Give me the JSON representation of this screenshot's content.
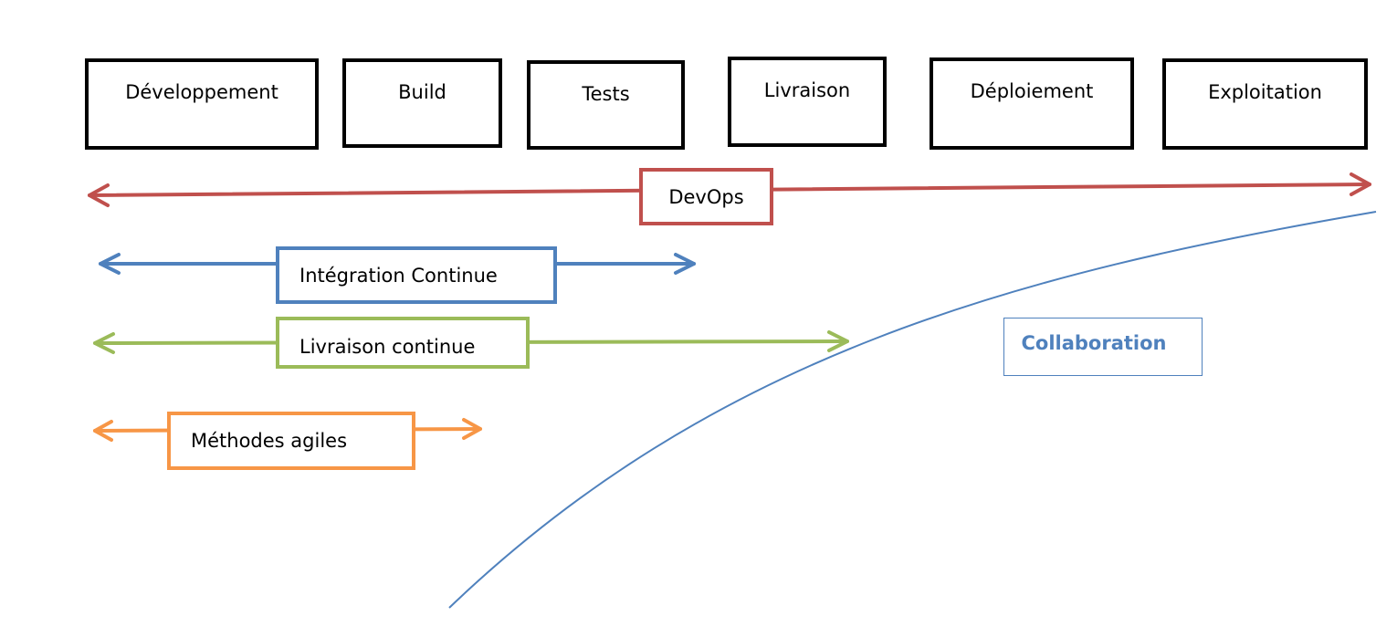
{
  "stages": [
    {
      "label": "Développement"
    },
    {
      "label": "Build"
    },
    {
      "label": "Tests"
    },
    {
      "label": "Livraison"
    },
    {
      "label": "Déploiement"
    },
    {
      "label": "Exploitation"
    }
  ],
  "spans": {
    "devops": {
      "label": "DevOps",
      "color": "#c0504d"
    },
    "integration": {
      "label": "Intégration Continue",
      "color": "#4f81bd"
    },
    "livraison": {
      "label": "Livraison continue",
      "color": "#9bbb59"
    },
    "agile": {
      "label": "Méthodes agiles",
      "color": "#f79646"
    }
  },
  "collaboration": {
    "label": "Collaboration",
    "color": "#4f81bd"
  }
}
